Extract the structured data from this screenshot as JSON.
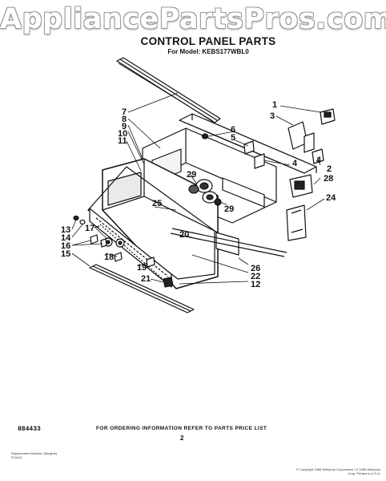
{
  "watermark": "AppliancePartsPros.com",
  "title": "CONTROL PANEL PARTS",
  "model_line": "For Model: KEBS177WBL0",
  "callouts": {
    "c1": "1",
    "c2": "2",
    "c3": "3",
    "c4a": "4",
    "c4b": "4",
    "c5": "5",
    "c6": "6",
    "c7": "7",
    "c8": "8",
    "c9": "9",
    "c10": "10",
    "c11": "11",
    "c12": "12",
    "c13": "13",
    "c14": "14",
    "c15": "15",
    "c16": "16",
    "c17": "17",
    "c18": "18",
    "c19": "19",
    "c20": "20",
    "c21": "21",
    "c22": "22",
    "c24": "24",
    "c25": "25",
    "c26": "26",
    "c28": "28",
    "c29a": "29",
    "c29b": "29"
  },
  "footer": {
    "part_number": "884433",
    "ordering_info": "FOR ORDERING INFORMATION REFER TO PARTS PRICE LIST",
    "page_number": "2",
    "fine_print_left": "Replacement Models / (Illegible) P10411",
    "fine_print_right": "© Copyright 1986 Whirlpool Corporation / © 1985 Whirlpool Corp. Printed in U.S.A."
  }
}
